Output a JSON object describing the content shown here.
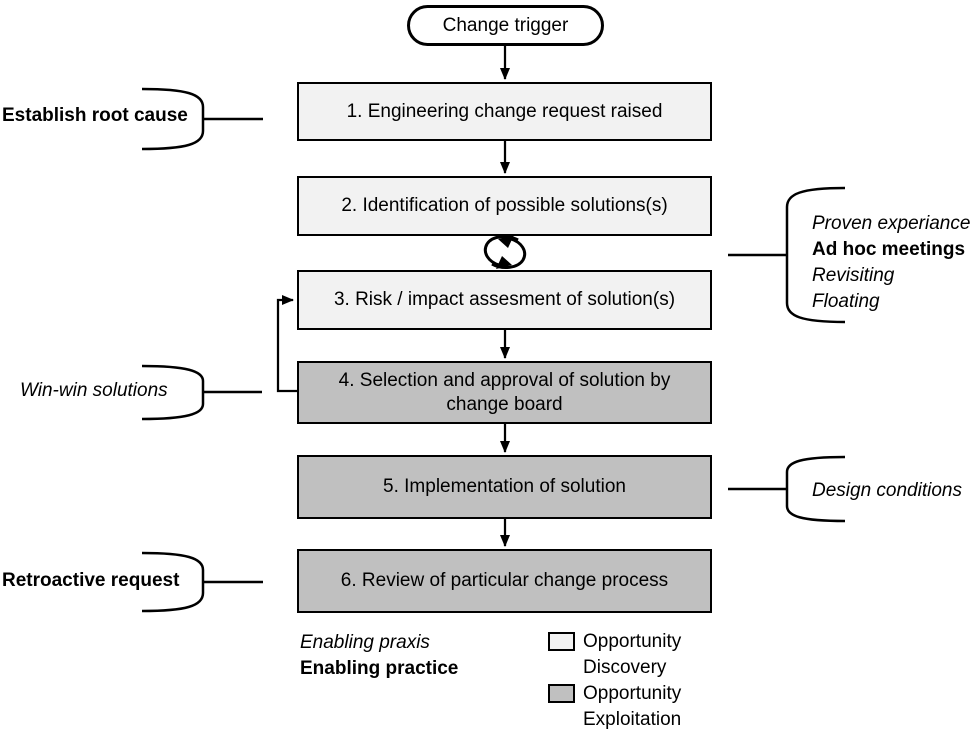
{
  "diagram": {
    "trigger": {
      "label": "Change trigger"
    },
    "steps": [
      {
        "label": "1. Engineering change request raised",
        "fill": "light"
      },
      {
        "label": "2. Identification of possible solutions(s)",
        "fill": "light"
      },
      {
        "label": "3. Risk / impact assesment of solution(s)",
        "fill": "light"
      },
      {
        "label": "4. Selection and approval of solution by change board",
        "fill": "dark"
      },
      {
        "label": "5. Implementation of solution",
        "fill": "dark"
      },
      {
        "label": "6. Review of particular change process",
        "fill": "dark"
      }
    ],
    "left_annotations": [
      {
        "label": "Establish root cause",
        "style": "bold",
        "target_step": 1
      },
      {
        "label": "Win-win solutions",
        "style": "italic",
        "target_step": 4
      },
      {
        "label": "Retroactive request",
        "style": "bold",
        "target_step": 6
      }
    ],
    "right_annotations": [
      {
        "lines": [
          "Proven experiance",
          "Ad hoc meetings",
          "Revisiting",
          "Floating"
        ],
        "line_styles": [
          "italic",
          "bold",
          "italic",
          "italic"
        ]
      },
      {
        "lines": [
          "Design conditions"
        ],
        "line_styles": [
          "italic"
        ]
      }
    ],
    "footer_notes": [
      {
        "text": "Enabling praxis",
        "style": "italic"
      },
      {
        "text": "Enabling practice",
        "style": "bold"
      }
    ],
    "legend": [
      {
        "line1": "Opportunity",
        "line2": "Discovery",
        "swatch": "light"
      },
      {
        "line1": "Opportunity",
        "line2": "Exploitation",
        "swatch": "dark"
      }
    ],
    "icons": {
      "loop": "cycle-loop-icon"
    },
    "colors": {
      "light_fill": "#f2f2f2",
      "dark_fill": "#c0c0c0",
      "line": "#000000",
      "background": "#ffffff"
    }
  }
}
